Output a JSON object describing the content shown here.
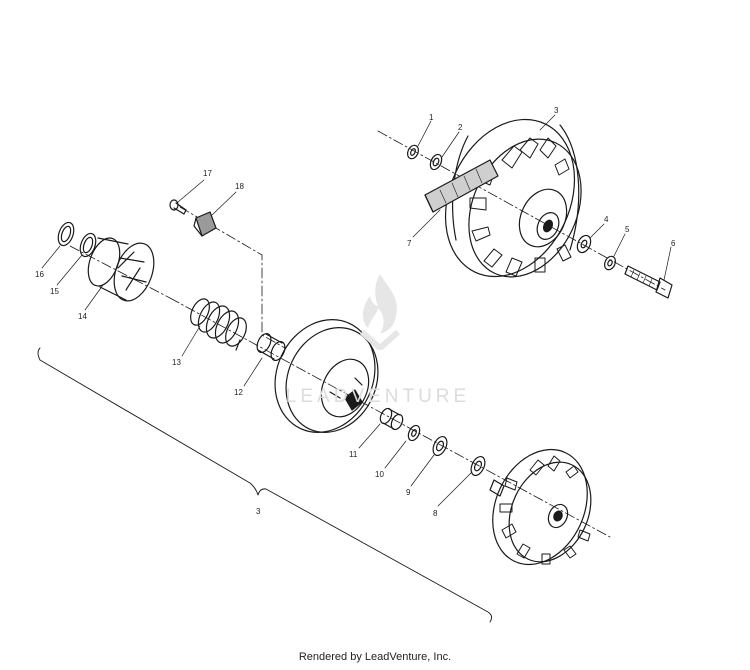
{
  "callouts": {
    "c1": "1",
    "c2": "2",
    "c3_top": "3",
    "c4": "4",
    "c5": "5",
    "c6": "6",
    "c7": "7",
    "c8": "8",
    "c9": "9",
    "c10": "10",
    "c11": "11",
    "c12": "12",
    "c13": "13",
    "c14": "14",
    "c15": "15",
    "c16": "16",
    "c17": "17",
    "c18": "18",
    "c3_bracket": "3"
  },
  "watermark": {
    "text": "LEADVENTURE",
    "logo": "flame-logo-icon"
  },
  "footer": {
    "text": "Rendered by LeadVenture, Inc."
  }
}
